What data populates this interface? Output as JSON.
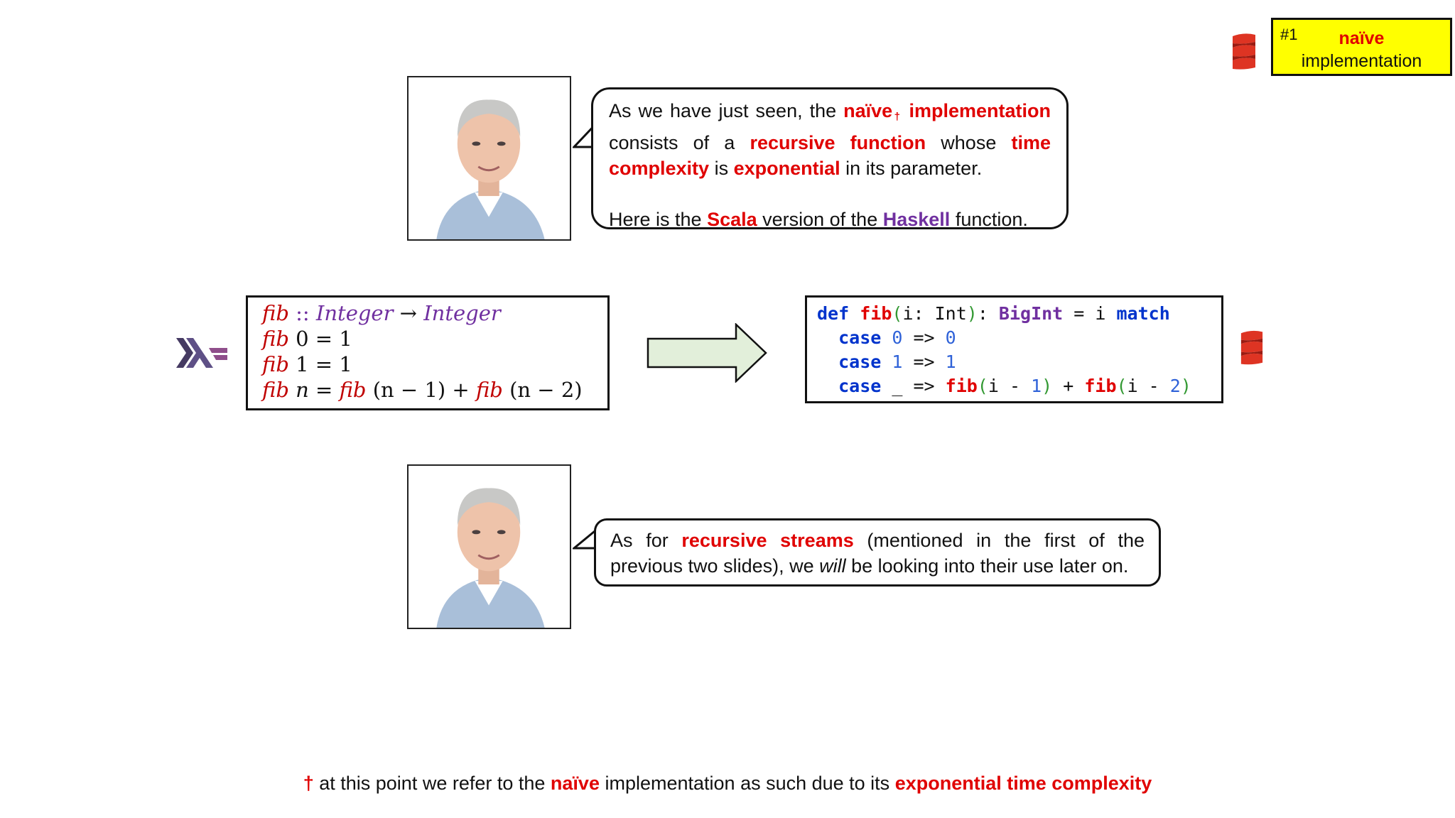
{
  "badge": {
    "number": "#1",
    "line1": "naïve",
    "line2": "implementation"
  },
  "bubble1": {
    "s1": "As we have just seen, the ",
    "naive": "naïve",
    "dagger": "†",
    "sp1": " ",
    "implementation": "implementation",
    "s2": " consists of a ",
    "recursive_function": "recursive function",
    "s3": " whose ",
    "time_complexity": "time complexity",
    "s4": " is ",
    "exponential": "exponential",
    "s5": " in its parameter.",
    "p2a": "Here is the ",
    "scala": "Scala",
    "p2b": " version of the ",
    "haskell": "Haskell",
    "p2c": " function."
  },
  "haskell_code": {
    "l1_fn": "fib",
    "l1_sig": " :: ",
    "l1_t1": "Integer",
    "l1_arrow": " → ",
    "l1_t2": "Integer",
    "l2_fn": "fib",
    "l2_rest": " 0 = 1",
    "l3_fn": "fib",
    "l3_rest": " 1 = 1",
    "l4_fn": "fib",
    "l4_n": " n",
    "l4_eq": " = ",
    "l4_fn2": "fib",
    "l4_a": " (n − 1) + ",
    "l4_fn3": "fib",
    "l4_b": " (n − 2)"
  },
  "scala_code": {
    "def": "def",
    "fib": "fib",
    "lp": "(",
    "param": "i: Int",
    "rp": ")",
    "colon": ": ",
    "bigint": "BigInt",
    "eq": " = i ",
    "match": "match",
    "case": "case",
    "c1_pat": "0",
    "c1_arrow": " => ",
    "c1_val": "0",
    "c2_pat": "1",
    "c2_arrow": " => ",
    "c2_val": "1",
    "c3_pat": " _ => ",
    "c3_fib1": "fib",
    "c3_a": "i - ",
    "c3_n1": "1",
    "c3_plus": " + ",
    "c3_fib2": "fib",
    "c3_b": "i - ",
    "c3_n2": "2"
  },
  "bubble2": {
    "s1": "As for ",
    "recursive_streams": "recursive streams",
    "s2": " (mentioned in the first of the previous two slides), we ",
    "will": "will",
    "s3": " be looking into their use later on."
  },
  "footer": {
    "dagger": "†",
    "s1": " at this point we refer to the ",
    "naive": "naïve",
    "s2": " implementation as such due to its ",
    "exp": "exponential time complexity"
  },
  "colors": {
    "accent_red": "#e00000",
    "purple": "#7030a0",
    "badge_yellow": "#ffff00",
    "arrow_fill": "#e2efda"
  },
  "icons": [
    "scala-logo-icon",
    "haskell-logo-icon",
    "right-arrow-icon"
  ]
}
